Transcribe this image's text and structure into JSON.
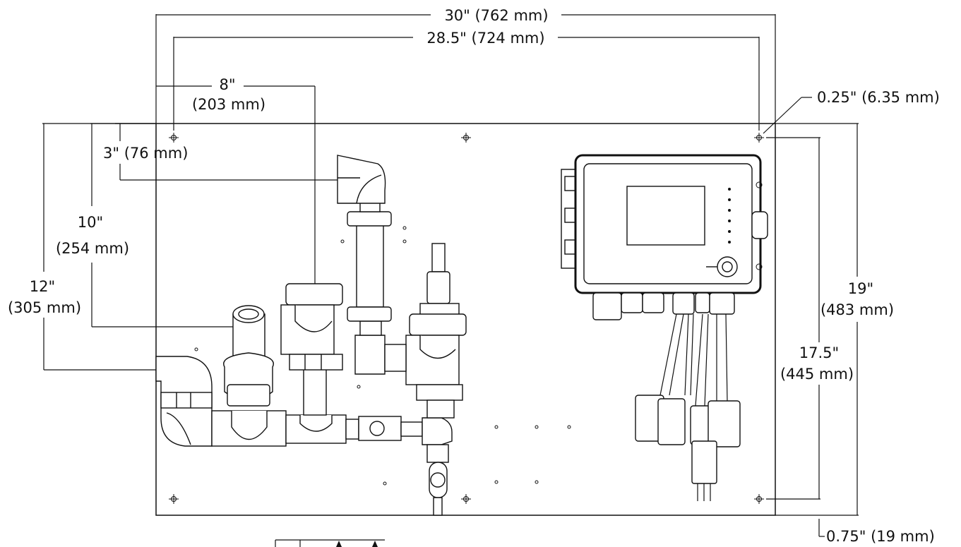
{
  "dimensions": {
    "overall_width": "30\" (762 mm)",
    "hole_span": "28.5\" (724 mm)",
    "inlet_offset_in": "8\"",
    "inlet_offset_mm": "(203 mm)",
    "hole_diameter": "0.25\" (6.35 mm)",
    "top_to_fitting": "3\" (76 mm)",
    "top_to_center_in": "10\"",
    "top_to_center_mm": "(254 mm)",
    "top_to_outlet_in": "12\"",
    "top_to_outlet_mm": "(305 mm)",
    "overall_height_in": "19\"",
    "overall_height_mm": "(483 mm)",
    "hole_height_in": "17.5\"",
    "hole_height_mm": "(445 mm)",
    "edge_to_hole": "0.75\" (19 mm)"
  }
}
